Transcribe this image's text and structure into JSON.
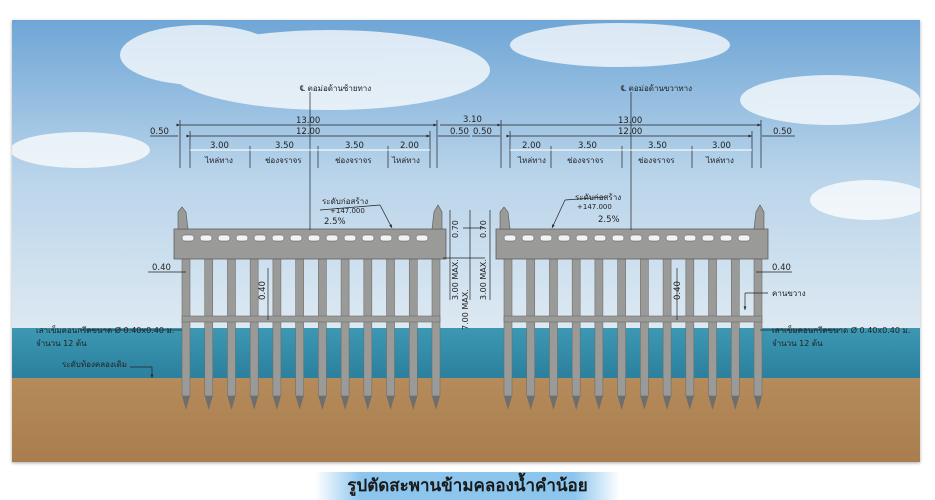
{
  "left_bridge": {
    "centerline_label": "℄ ตอม่อด้านซ้ายทาง",
    "dim_total": "13.00",
    "dim_deck": "12.00",
    "dim_edge_left": "0.50",
    "dim_edge_right": "0.50",
    "segments": [
      {
        "value": "3.00",
        "label": "ไหล่ทาง"
      },
      {
        "value": "3.50",
        "label": "ช่องจราจร"
      },
      {
        "value": "3.50",
        "label": "ช่องจราจร"
      },
      {
        "value": "2.00",
        "label": "ไหล่ทาง"
      }
    ],
    "level_label": "ระดับก่อสร้าง",
    "level_value": "+147.000",
    "slope": "2.5%",
    "deck_depth": "0.70",
    "pile_height": "3.00 MAX.",
    "total_height": "7.00 MAX.",
    "pile_width": "0.40",
    "beam_depth": "0.40",
    "pile_note_1": "เสาเข็มคอนกรีตขนาด Ø 0.40x0.40 ม.",
    "pile_note_2": "จำนวน 12 ต้น",
    "canal_bed_label": "ระดับท้องคลองเดิม",
    "pile_count": 12
  },
  "gap_dim": "3.10",
  "right_bridge": {
    "centerline_label": "℄ ตอม่อด้านขวาทาง",
    "dim_total": "13.00",
    "dim_deck": "12.00",
    "dim_edge_left": "0.50",
    "dim_edge_right": "0.50",
    "segments": [
      {
        "value": "2.00",
        "label": "ไหล่ทาง"
      },
      {
        "value": "3.50",
        "label": "ช่องจราจร"
      },
      {
        "value": "3.50",
        "label": "ช่องจราจร"
      },
      {
        "value": "3.00",
        "label": "ไหล่ทาง"
      }
    ],
    "level_label": "ระดับก่อสร้าง",
    "level_value": "+147.000",
    "slope": "2.5%",
    "deck_depth": "0.70",
    "pile_height": "3.00 MAX.",
    "pile_width": "0.40",
    "beam_depth": "0.40",
    "cross_beam_label": "คานขวาง",
    "pile_note_1": "เสาเข็มคอนกรีตขนาด Ø 0.40x0.40 ม.",
    "pile_note_2": "จำนวน 12 ต้น",
    "pile_count": 12
  },
  "caption": "รูปตัดสะพานข้ามคลองน้ำคำน้อย",
  "colors": {
    "water": "#3a93ae",
    "soil": "#b48a5a",
    "concrete": "#9a9a98",
    "caption_bg": "#8cc6ee"
  }
}
